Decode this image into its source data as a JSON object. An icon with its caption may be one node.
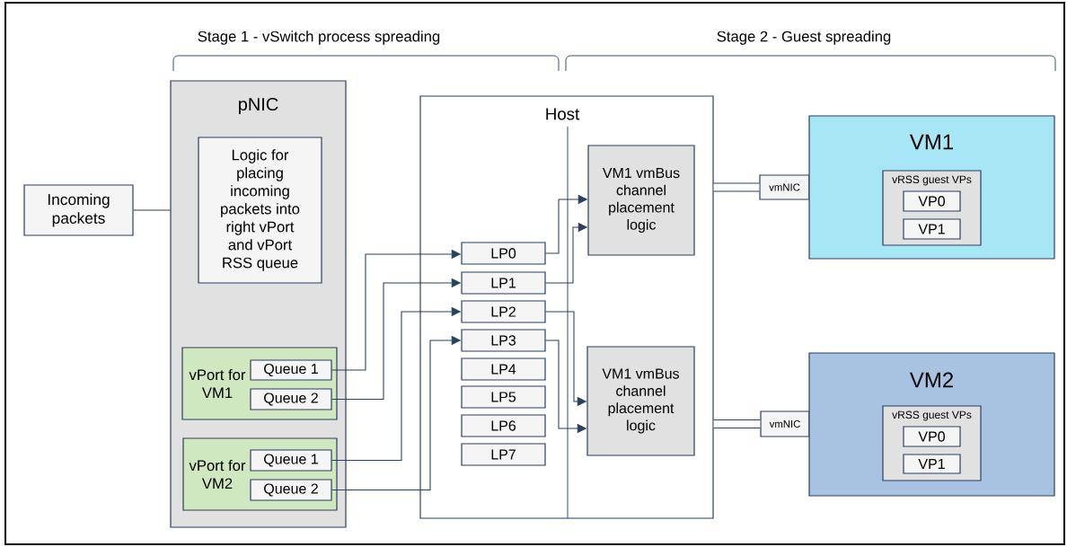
{
  "diagram": {
    "nodes": [
      {
        "text": [
          "Incoming packets"
        ]
      },
      {
        "text": [
          "pNIC"
        ]
      },
      {
        "text": [
          "Logic for placing incoming packets into right vPort and vPort RSS queue"
        ],
        "in": 1
      },
      {
        "text": [
          "vPort for VM1"
        ],
        "in": 1
      },
      {
        "text": [
          "Queue 1"
        ],
        "in": 3
      },
      {
        "text": [
          "Queue 2"
        ],
        "in": 3
      },
      {
        "text": [
          "vPort for VM2"
        ],
        "in": 1
      },
      {
        "text": [
          "Queue 1"
        ],
        "in": 6
      },
      {
        "text": [
          "Queue 2"
        ],
        "in": 6
      },
      {
        "text": [
          "Host"
        ]
      },
      {
        "text": [
          "LP0"
        ],
        "in": 9
      },
      {
        "text": [
          "LP1"
        ],
        "in": 9
      },
      {
        "text": [
          "LP2"
        ],
        "in": 9
      },
      {
        "text": [
          "LP3"
        ],
        "in": 9
      },
      {
        "text": [
          "LP4"
        ],
        "in": 9
      },
      {
        "text": [
          "LP5"
        ],
        "in": 9
      },
      {
        "text": [
          "LP6"
        ],
        "in": 9
      },
      {
        "text": [
          "LP7"
        ],
        "in": 9
      },
      {
        "text": [
          "VM1 vmBus channel placement logic"
        ],
        "in": 9
      },
      {
        "text": [
          "VM1 vmBus channel placement logic"
        ],
        "in": 9
      },
      {
        "text": [
          "vmNIC"
        ]
      },
      {
        "text": [
          "VM1"
        ]
      },
      {
        "text": [
          "vRSS guest VPs"
        ],
        "in": 21
      },
      {
        "text": [
          "VP0"
        ],
        "in": 22
      },
      {
        "text": [
          "VP1"
        ],
        "in": 22
      },
      {
        "text": [
          "vmNIC"
        ]
      },
      {
        "text": [
          "VM2"
        ]
      },
      {
        "text": [
          "vRSS guest VPs"
        ],
        "in": 26
      },
      {
        "text": [
          "VP0"
        ],
        "in": 27
      },
      {
        "text": [
          "VP1"
        ],
        "in": 27
      }
    ],
    "edges": [
      {
        "from": 0,
        "to": 1,
        "arrow": "none"
      },
      {
        "from": 4,
        "to": 10,
        "arrow": "to"
      },
      {
        "from": 5,
        "to": 11,
        "arrow": "to"
      },
      {
        "from": 7,
        "to": 12,
        "arrow": "to"
      },
      {
        "from": 8,
        "to": 13,
        "arrow": "to"
      },
      {
        "from": 10,
        "to": 18,
        "arrow": "to"
      },
      {
        "from": 11,
        "to": 18,
        "arrow": "to"
      },
      {
        "from": 12,
        "to": 19,
        "arrow": "to"
      },
      {
        "from": 13,
        "to": 19,
        "arrow": "to"
      },
      {
        "from": 9,
        "to": 20,
        "arrow": "none",
        "style": "thick"
      },
      {
        "from": 9,
        "to": 25,
        "arrow": "none",
        "style": "thick"
      }
    ],
    "labels": [
      "Stage 1 - vSwitch process spreading",
      "Stage 2 - Guest spreading"
    ]
  }
}
